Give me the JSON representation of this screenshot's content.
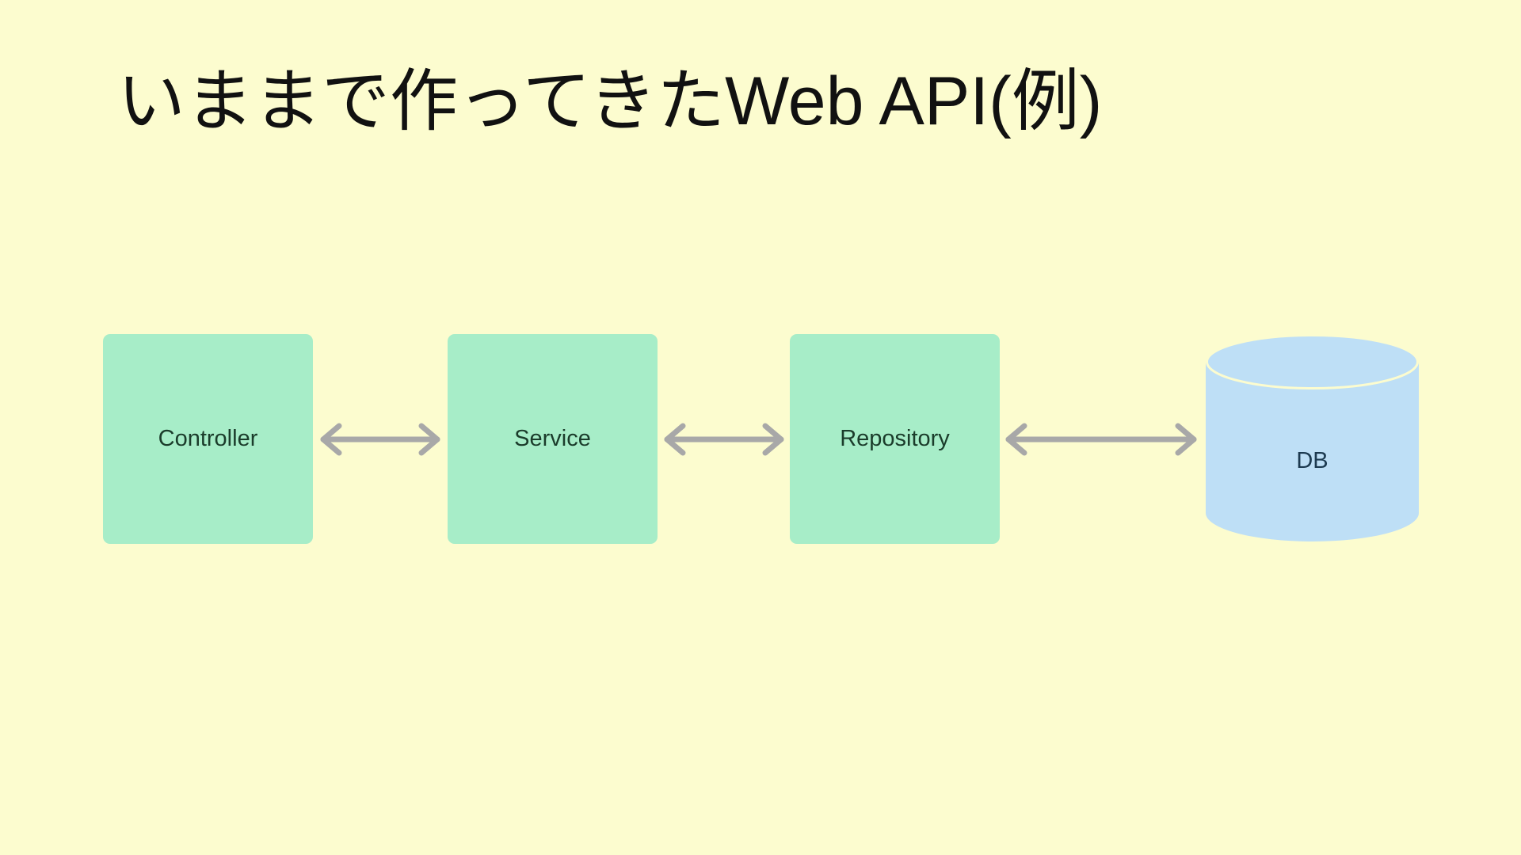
{
  "slide": {
    "title": "いままで作ってきたWeb API(例)"
  },
  "colors": {
    "background": "#FCFCCF",
    "node_green_fill": "#A7EDC8",
    "node_green_text": "#1B3C2B",
    "db_blue_fill": "#BEDFF6",
    "db_text": "#1C3A50",
    "arrow_gray": "#A8A8A8",
    "title_text": "#111111"
  },
  "diagram": {
    "nodes": [
      {
        "id": "controller",
        "label": "Controller",
        "shape": "rounded-square"
      },
      {
        "id": "service",
        "label": "Service",
        "shape": "rounded-square"
      },
      {
        "id": "repository",
        "label": "Repository",
        "shape": "rounded-square"
      },
      {
        "id": "db",
        "label": "DB",
        "shape": "cylinder"
      }
    ],
    "connectors": [
      {
        "from": "Controller",
        "to": "Service",
        "style": "double-headed-arrow"
      },
      {
        "from": "Service",
        "to": "Repository",
        "style": "double-headed-arrow"
      },
      {
        "from": "Repository",
        "to": "DB",
        "style": "double-headed-arrow"
      }
    ]
  }
}
